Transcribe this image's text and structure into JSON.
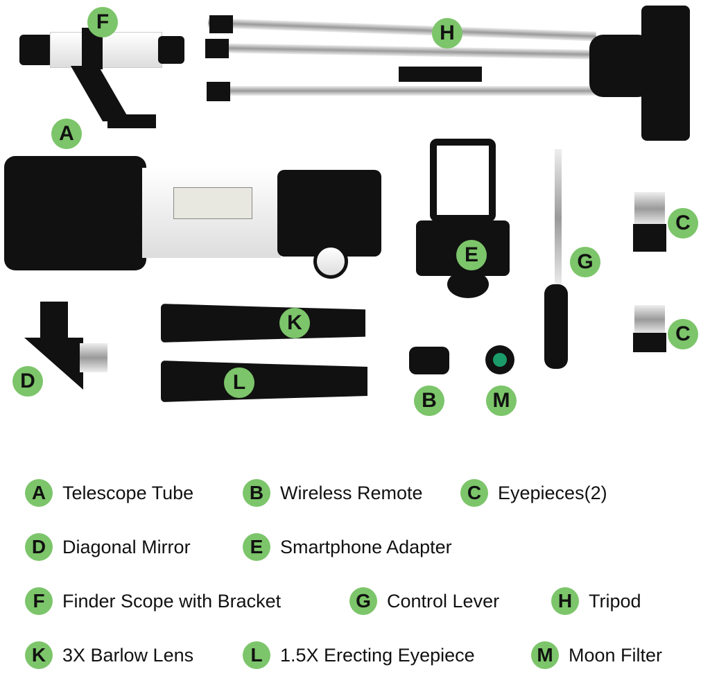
{
  "accent_color": "#7cc56a",
  "photo_labels": [
    "F",
    "H",
    "A",
    "E",
    "G",
    "C",
    "C",
    "K",
    "D",
    "L",
    "B",
    "M"
  ],
  "legend": [
    {
      "letter": "A",
      "text": "Telescope Tube"
    },
    {
      "letter": "B",
      "text": "Wireless Remote"
    },
    {
      "letter": "C",
      "text": "Eyepieces(2)"
    },
    {
      "letter": "D",
      "text": "Diagonal Mirror"
    },
    {
      "letter": "E",
      "text": "Smartphone Adapter"
    },
    {
      "letter": "F",
      "text": "Finder Scope with Bracket"
    },
    {
      "letter": "G",
      "text": "Control Lever"
    },
    {
      "letter": "H",
      "text": "Tripod"
    },
    {
      "letter": "K",
      "text": "3X Barlow Lens"
    },
    {
      "letter": "L",
      "text": "1.5X Erecting Eyepiece"
    },
    {
      "letter": "M",
      "text": "Moon Filter"
    }
  ]
}
